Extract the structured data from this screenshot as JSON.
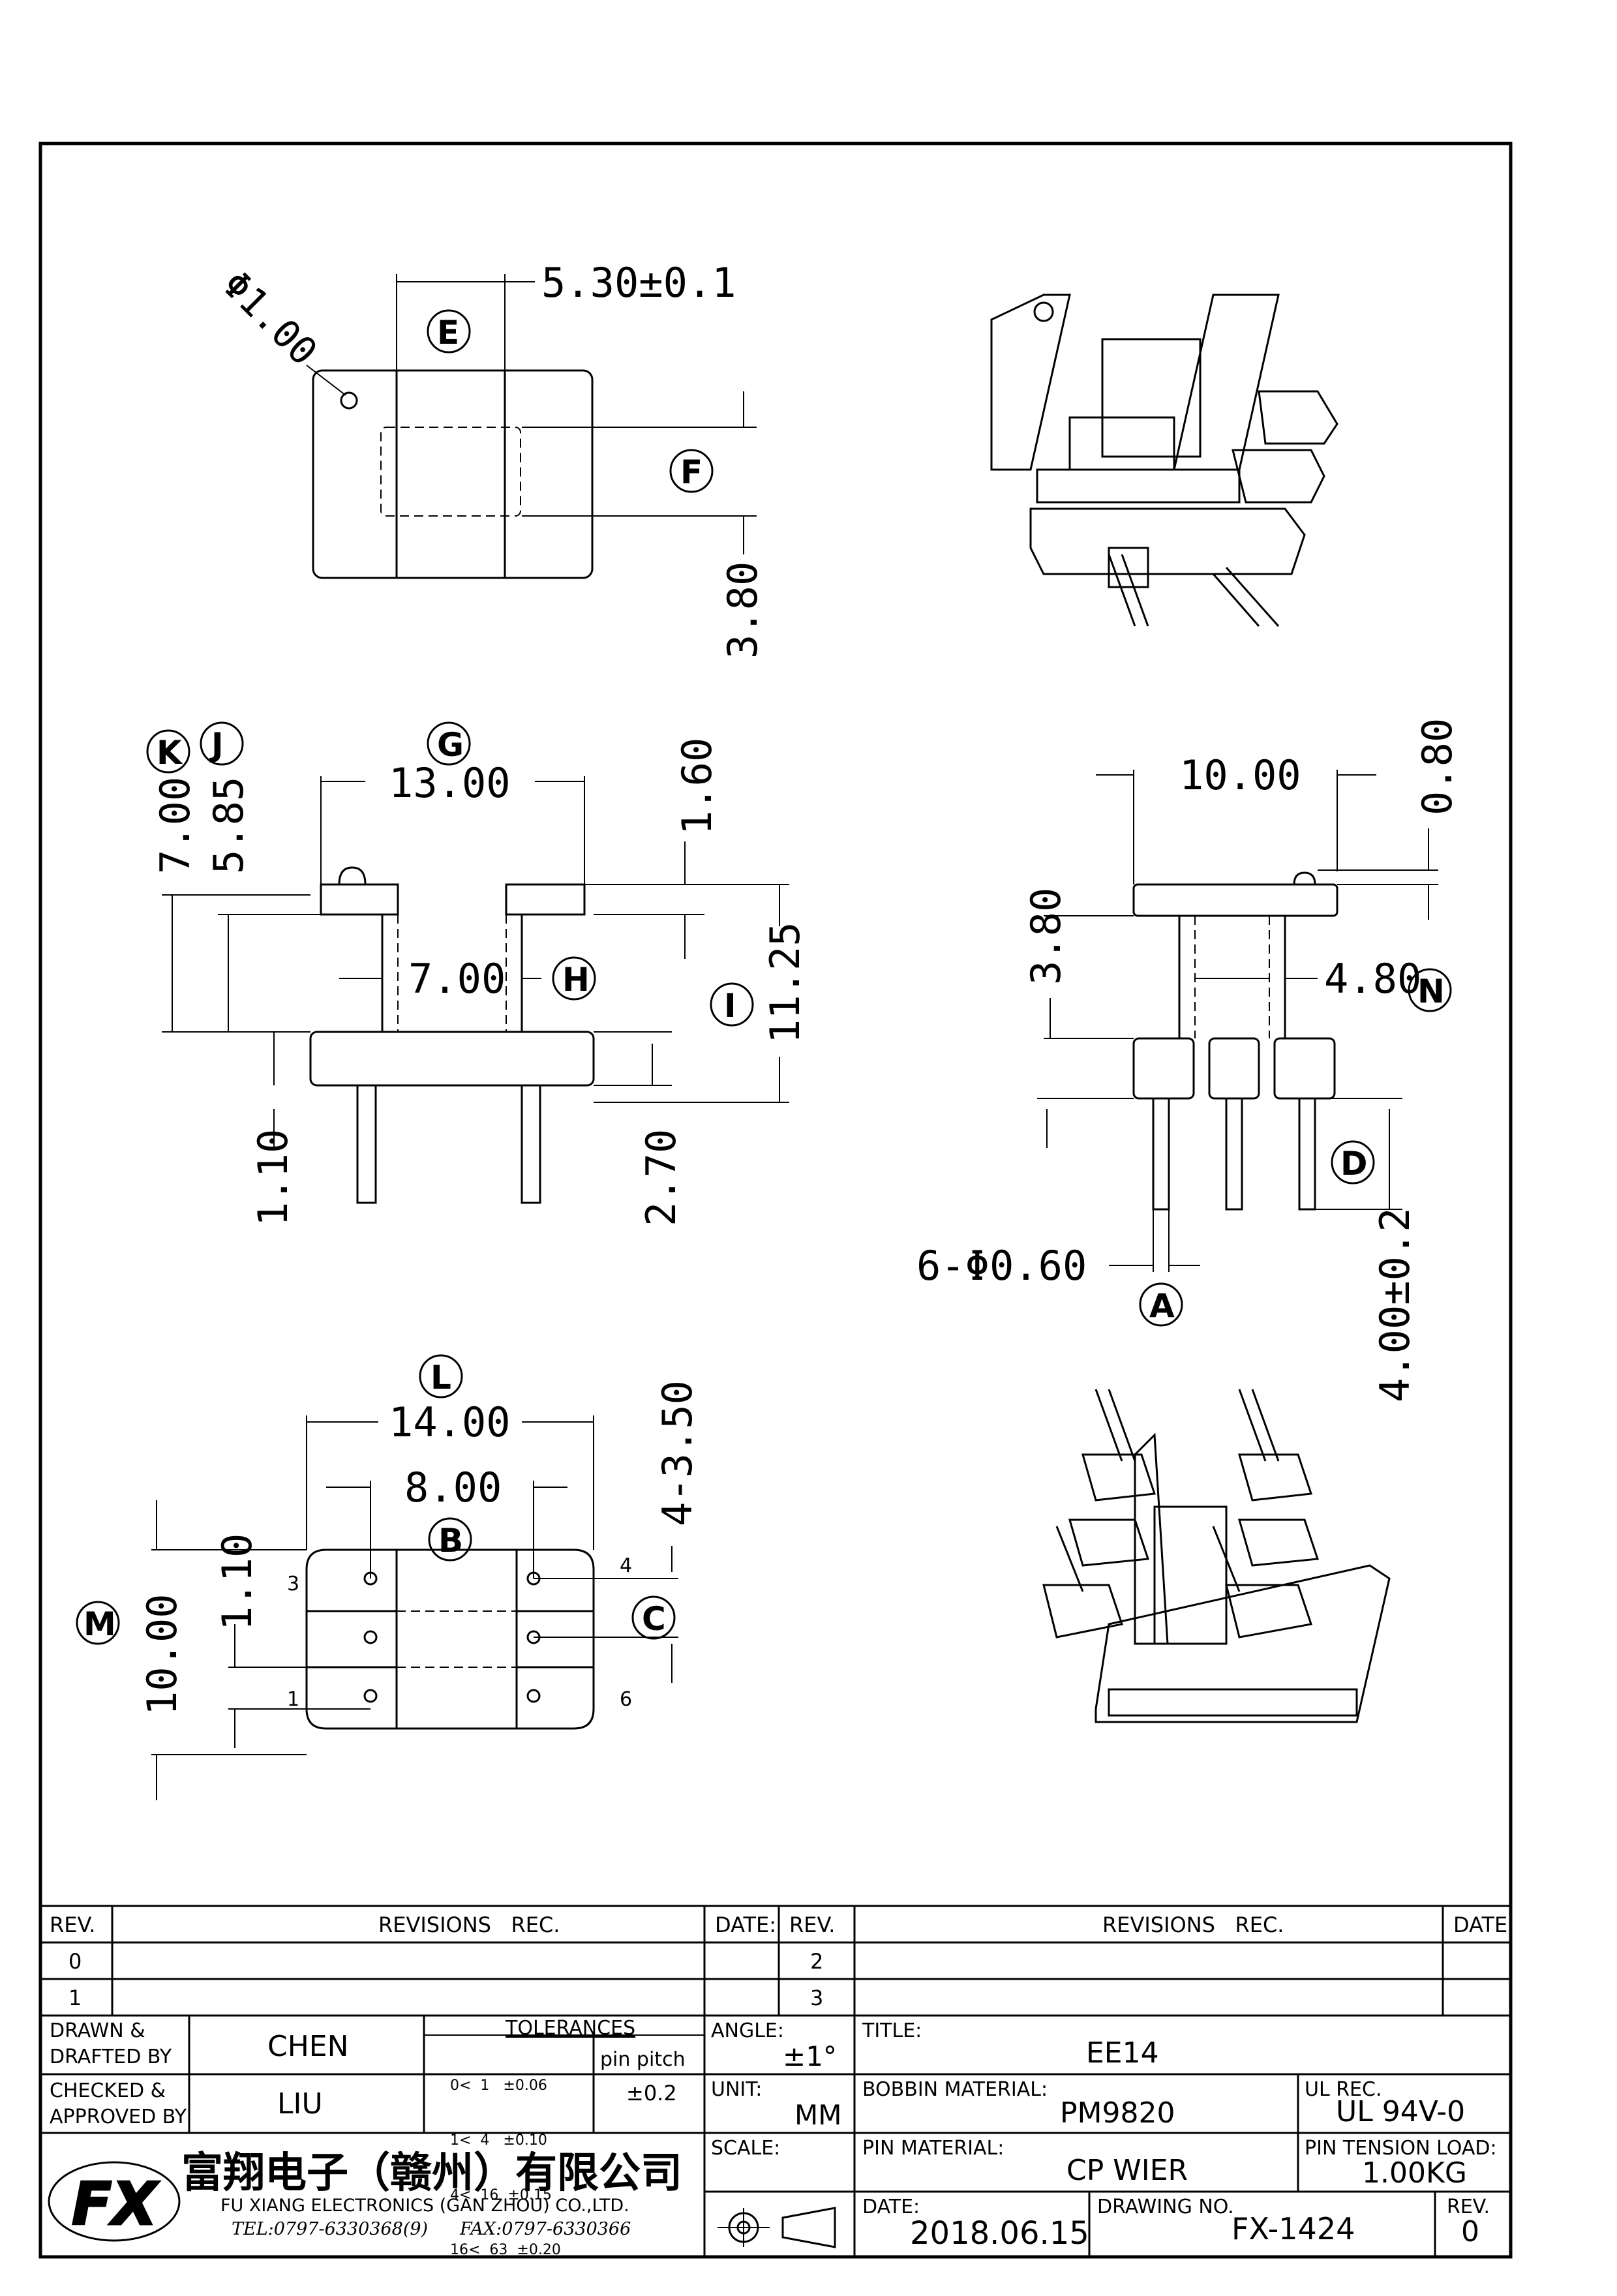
{
  "views": {
    "top": {
      "dia": "Φ1.00",
      "width": "5.30±0.1",
      "slot": "3.80",
      "tag_e": "E",
      "tag_f": "F"
    },
    "front": {
      "w": "13.00",
      "inner": "7.00",
      "h_total": "11.25",
      "top_gap": "1.60",
      "h1": "7.00",
      "h2": "5.85",
      "base": "1.10",
      "pin": "2.70",
      "tag_g": "G",
      "tag_h": "H",
      "tag_i": "I",
      "tag_j": "J",
      "tag_k": "K"
    },
    "side": {
      "w": "10.00",
      "top": "0.80",
      "h": "3.80",
      "inner": "4.80",
      "pins": "6-Φ0.60",
      "pin_len": "4.00±0.2",
      "tag_a": "A",
      "tag_d": "D",
      "tag_n": "N"
    },
    "bottom": {
      "w": "14.00",
      "pitch": "8.00",
      "holes": "4-3.50",
      "h": "10.00",
      "gap": "1.10",
      "tag_l": "L",
      "tag_b": "B",
      "tag_c": "C",
      "tag_m": "M",
      "pin_labels": [
        "3",
        "4",
        "1",
        "6"
      ]
    }
  },
  "title_block": {
    "rev_header": "REV.",
    "rev_records_header": "REVISIONS   REC.",
    "date_header": "DATE:",
    "rev_rows_left": [
      "0",
      "1"
    ],
    "rev_rows_right": [
      "2",
      "3"
    ],
    "drawn_label": "DRAWN &\nDRAFTED BY",
    "drawn_by": "CHEN",
    "checked_label": "CHECKED &\nAPPROVED BY",
    "checked_by": "LIU",
    "tolerances_header": "TOLERANCES",
    "tolerances": [
      "0<  1   ±0.06",
      "1<  4   ±0.10",
      "4<  16  ±0.15",
      "16<  63  ±0.20"
    ],
    "pitch_label": "pin pitch",
    "pitch_tol": "±0.2",
    "angle_label": "ANGLE:",
    "angle_value": "±1°",
    "unit_label": "UNIT:",
    "unit_value": "MM",
    "scale_label": "SCALE:",
    "title_label": "TITLE:",
    "title_value": "EE14",
    "bobbin_label": "BOBBIN MATERIAL:",
    "bobbin_value": "PM9820",
    "ul_label": "UL REC.",
    "ul_value": "UL 94V-0",
    "pin_mat_label": "PIN MATERIAL:",
    "pin_mat_value": "CP WIER",
    "tension_label": "PIN TENSION LOAD:",
    "tension_value": "1.00KG",
    "date_label": "DATE:",
    "date_value": "2018.06.15",
    "drawing_no_label": "DRAWING NO.",
    "drawing_no_value": "FX-1424",
    "rev_label": "REV.",
    "rev_value": "0",
    "company_cn": "富翔电子（赣州）有限公司",
    "company_en": "FU XIANG ELECTRONICS (GAN ZHOU) CO.,LTD.",
    "tel": "TEL:0797-6330368(9)",
    "fax": "FAX:0797-6330366",
    "logo_text": "FX"
  }
}
